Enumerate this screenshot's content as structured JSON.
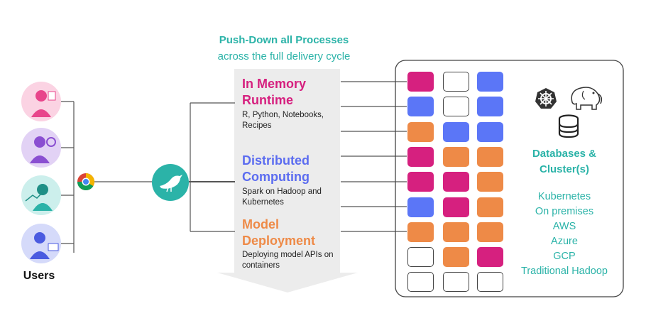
{
  "header": {
    "title": "Push-Down all Processes",
    "subtitle": "across the full delivery cycle"
  },
  "users": {
    "label": "Users",
    "avatars": [
      {
        "icon": "user-analyst-icon",
        "color": "#e8458b"
      },
      {
        "icon": "user-scientist-icon",
        "color": "#8a4fd1"
      },
      {
        "icon": "user-engineer-icon",
        "color": "#2bb3a8"
      },
      {
        "icon": "user-business-icon",
        "color": "#4a5be0"
      }
    ]
  },
  "icons": {
    "browser": "chrome-icon",
    "platform": "dataiku-bird-icon",
    "kubernetes": "kubernetes-icon",
    "hadoop": "hadoop-elephant-icon",
    "database": "database-icon"
  },
  "sections": [
    {
      "title": "In Memory Runtime",
      "color": "#d6207f",
      "description": "R, Python, Notebooks, Recipes"
    },
    {
      "title": "Distributed Computing",
      "color": "#5b6cf0",
      "description": "Spark on Hadoop and Kubernetes"
    },
    {
      "title": "Model Deployment",
      "color": "#ee8a47",
      "description": "Deploying model APIs on containers"
    }
  ],
  "colors": {
    "magenta": "#d6207f",
    "blue": "#5b76f7",
    "orange": "#ee8a47",
    "teal": "#2bb3a8",
    "white": "#ffffff"
  },
  "grid": [
    [
      "magenta",
      "white",
      "blue"
    ],
    [
      "blue",
      "white",
      "blue"
    ],
    [
      "orange",
      "blue",
      "blue"
    ],
    [
      "magenta",
      "orange",
      "orange"
    ],
    [
      "magenta",
      "magenta",
      "orange"
    ],
    [
      "blue",
      "magenta",
      "orange"
    ],
    [
      "orange",
      "orange",
      "orange"
    ],
    [
      "white",
      "orange",
      "magenta"
    ],
    [
      "white",
      "white",
      "white"
    ]
  ],
  "databases": {
    "title_line1": "Databases &",
    "title_line2": "Cluster(s)",
    "environments": [
      "Kubernetes",
      "On premises",
      "AWS",
      "Azure",
      "GCP",
      "Traditional Hadoop"
    ]
  }
}
